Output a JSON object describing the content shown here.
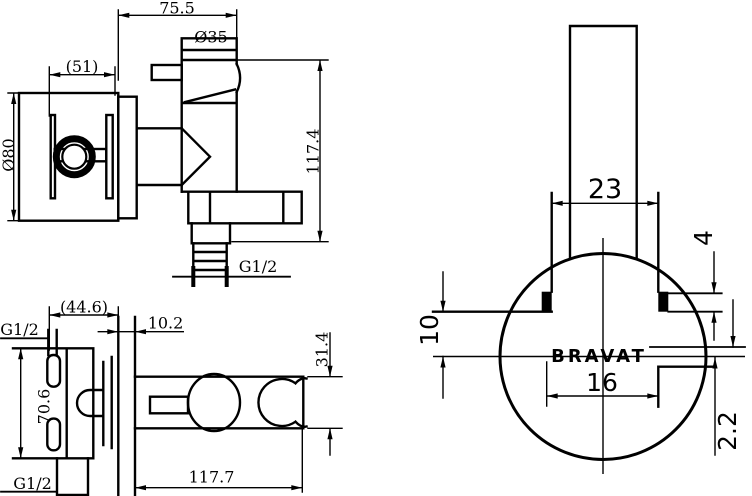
{
  "drawing": {
    "product_brand": "BRAVAT",
    "front_view": {
      "depth_dim": "75.5",
      "handle_diameter": "Ø35",
      "handle_width_ref": "(51)",
      "plate_diameter": "Ø80",
      "total_height": "117.4",
      "outlet_thread": "G1/2"
    },
    "top_view": {
      "plate_depth_ref": "(44.6)",
      "plate_thickness": "10.2",
      "top_inlet_thread": "G1/2",
      "inlet_spacing": "70.6",
      "bottom_inlet_thread": "G1/2",
      "body_height": "31.4",
      "body_length": "117.7"
    },
    "flange_detail_view": {
      "slot_width": "23",
      "lip_thickness": "4",
      "floor_to_center": "10",
      "brand_label": "BRAVAT",
      "inner_width": "16",
      "slit_height": "2.2"
    }
  }
}
